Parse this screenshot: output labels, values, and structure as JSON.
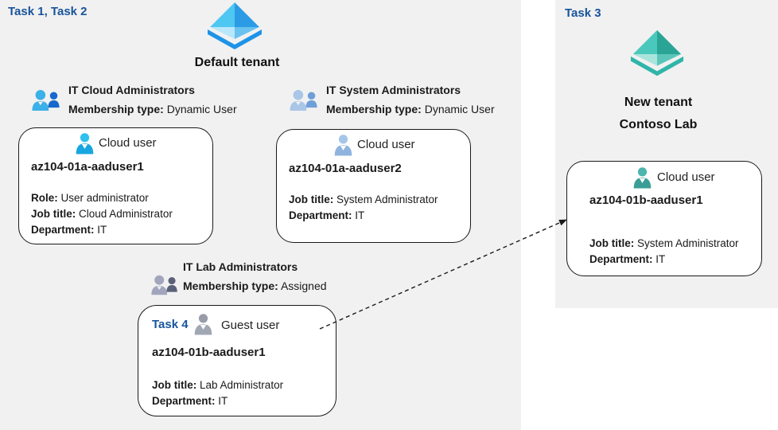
{
  "colors": {
    "panel_bg": "#f1f1f1",
    "task_label_blue": "#17549b",
    "azure_tenant_blue": "#2c9be5",
    "azure_tenant_teal": "#2aa495",
    "card_border": "#1a1a1a"
  },
  "left_panel": {
    "task_label": "Task 1, Task 2",
    "tenant_name": "Default tenant",
    "tenant_icon": "azure-tenant-pyramid-blue-icon",
    "groups": [
      {
        "icon": "group-people-blue-icon",
        "name": "IT Cloud Administrators",
        "membership_label": "Membership type:",
        "membership_value": "Dynamic User"
      },
      {
        "icon": "group-people-steel-icon",
        "name": "IT System Administrators",
        "membership_label": "Membership type:",
        "membership_value": "Dynamic User"
      },
      {
        "icon": "group-people-gray-icon",
        "name": "IT Lab Administrators",
        "membership_label": "Membership type:",
        "membership_value": "Assigned"
      }
    ],
    "cards": [
      {
        "icon": "cloud-user-cyan-icon",
        "user_type": "Cloud user",
        "username": "az104-01a-aaduser1",
        "details": [
          {
            "label": "Role:",
            "value": "User administrator"
          },
          {
            "label": "Job title:",
            "value": "Cloud Administrator"
          },
          {
            "label": "Department:",
            "value": "IT"
          }
        ]
      },
      {
        "icon": "cloud-user-steel-icon",
        "user_type": "Cloud user",
        "username": "az104-01a-aaduser2",
        "details": [
          {
            "label": "Job title:",
            "value": "System Administrator"
          },
          {
            "label": "Department:",
            "value": "IT"
          }
        ]
      },
      {
        "task_label": "Task 4",
        "icon": "guest-user-gray-icon",
        "user_type": "Guest user",
        "username": "az104-01b-aaduser1",
        "details": [
          {
            "label": "Job title:",
            "value": "Lab Administrator"
          },
          {
            "label": "Department:",
            "value": "IT"
          }
        ]
      }
    ]
  },
  "right_panel": {
    "task_label": "Task 3",
    "tenant_icon": "azure-tenant-pyramid-teal-icon",
    "tenant_name_line1": "New tenant",
    "tenant_name_line2": "Contoso Lab",
    "card": {
      "icon": "cloud-user-teal-icon",
      "user_type": "Cloud user",
      "username": "az104-01b-aaduser1",
      "details": [
        {
          "label": "Job title:",
          "value": "System Administrator"
        },
        {
          "label": "Department:",
          "value": "IT"
        }
      ]
    }
  },
  "arrow": {
    "from": "guest-user-card",
    "to": "new-tenant-cloud-user-card",
    "style": "dashed"
  }
}
